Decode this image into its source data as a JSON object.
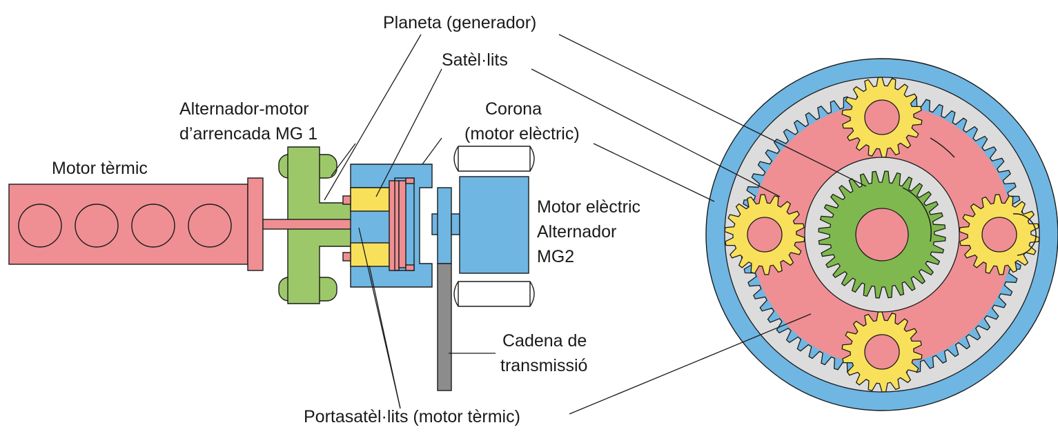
{
  "labels": {
    "planeta": "Planeta (generador)",
    "satellits": "Satèl·lits",
    "alternador_motor_l1": "Alternador-motor",
    "alternador_motor_l2": "d’arrencada MG 1",
    "corona_l1": "Corona",
    "corona_l2": "(motor elèctric)",
    "motor_termic": "Motor tèrmic",
    "motor_electric_l1": "Motor elèctric",
    "motor_electric_l2": "Alternador",
    "motor_electric_l3": "MG2",
    "cadena_l1": "Cadena de",
    "cadena_l2": "transmissió",
    "portasatellits": "Portasatèl·lits (motor tèrmic)"
  },
  "colors": {
    "engine_pink": "#ef8f93",
    "mg1_green": "#9dc86a",
    "sun_green": "#7fb84e",
    "satellite_yellow": "#f9e05a",
    "ring_blue": "#6fb6e2",
    "ring_gray": "#dcdcdc",
    "chain_gray": "#8c8c8c",
    "outline": "#1a1a1a"
  }
}
